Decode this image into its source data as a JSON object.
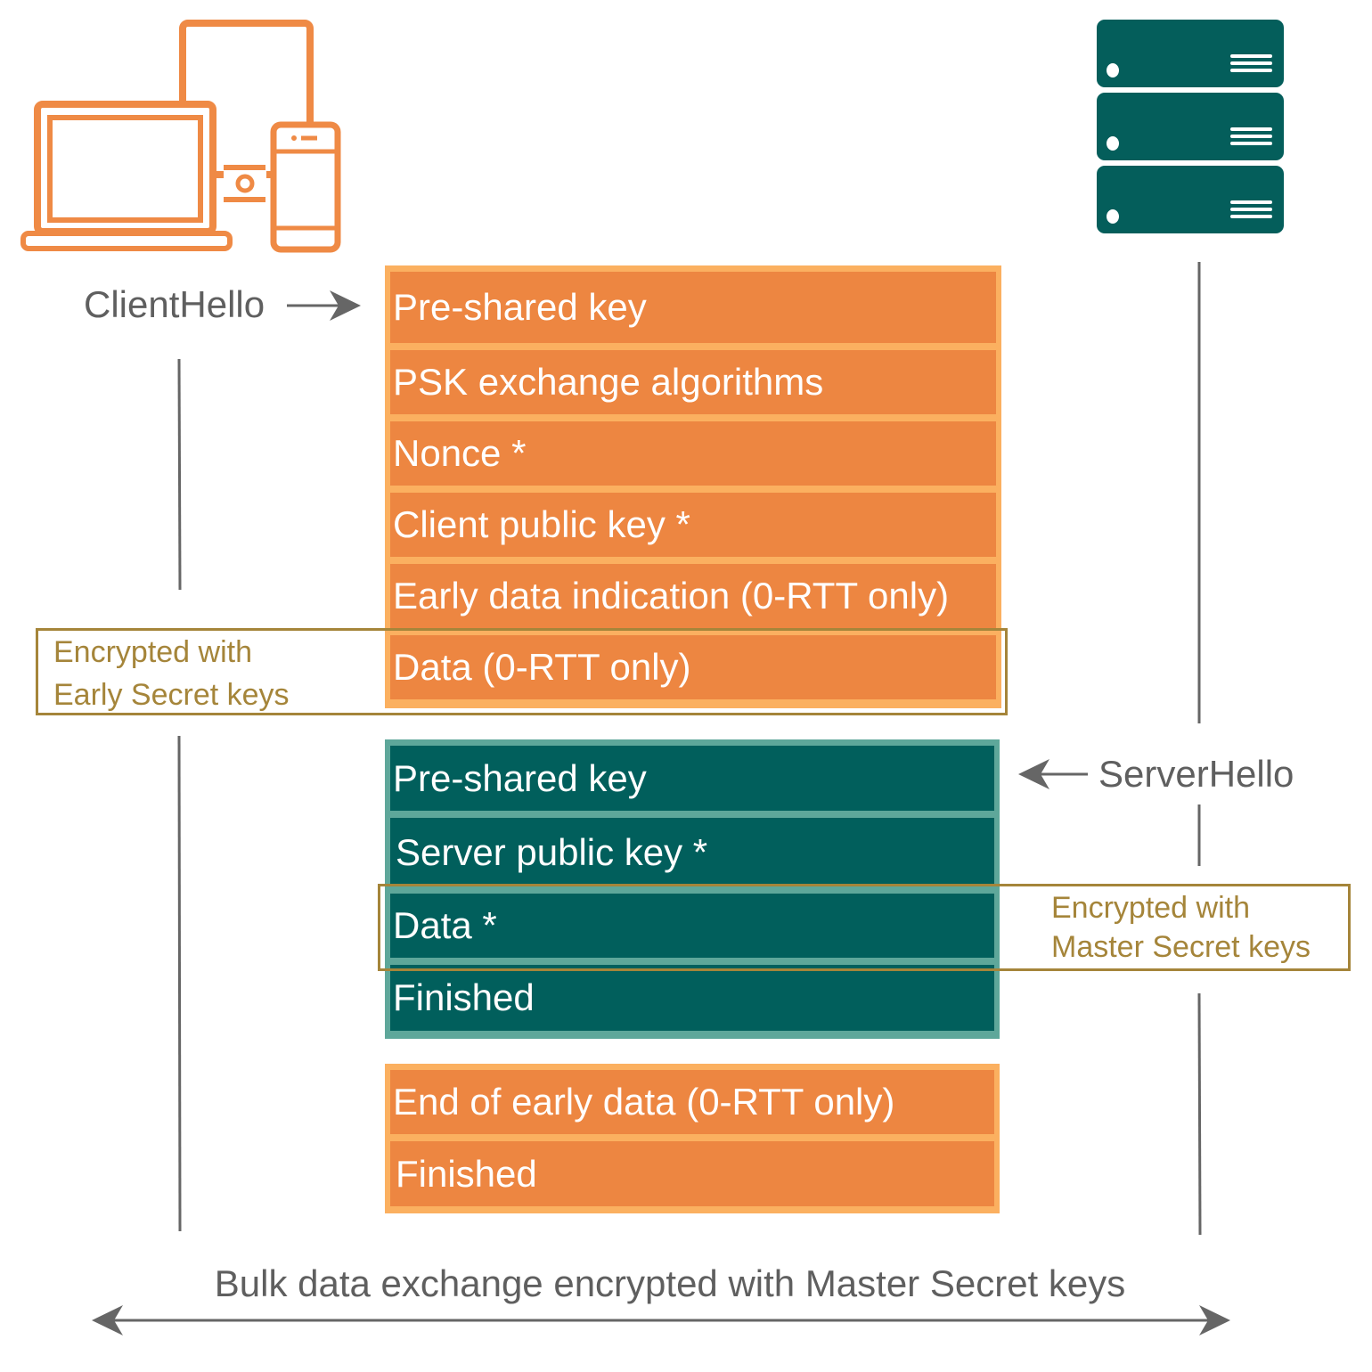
{
  "colors": {
    "client": "#ef8a45",
    "server": "#045e5b",
    "client_rows": "#ed8641",
    "client_frame": "#fbb060",
    "server_rows": "#015f5c",
    "server_frame": "#5ea79a",
    "encryption_note": "#a5853a",
    "lines": "#666666"
  },
  "icons": {
    "client": "devices-icon",
    "server": "server-rack-icon"
  },
  "client_hello": {
    "label": "ClientHello",
    "fields": [
      "Pre-shared key",
      "PSK exchange algorithms",
      "Nonce *",
      "Client public key *",
      "Early data indication (0-RTT only)",
      "Data (0-RTT only)"
    ],
    "encryption_note": [
      "Encrypted with",
      "Early Secret keys"
    ]
  },
  "server_hello": {
    "label": "ServerHello",
    "fields": [
      "Pre-shared key",
      "Server public key *",
      "Data *",
      "Finished"
    ],
    "encryption_note": [
      "Encrypted with",
      "Master Secret keys"
    ]
  },
  "client_finish": {
    "fields": [
      "End of early data (0-RTT only)",
      "Finished"
    ]
  },
  "bulk_exchange": {
    "label": "Bulk data exchange encrypted with Master Secret keys"
  }
}
